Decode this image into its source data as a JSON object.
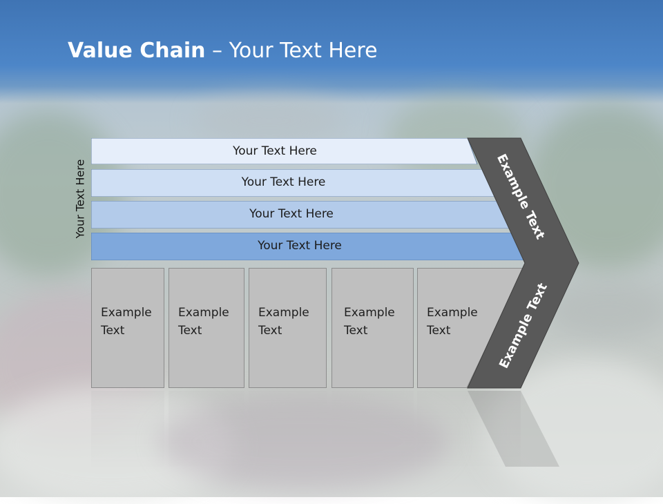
{
  "title": {
    "bold": "Value Chain",
    "rest": " – Your Text Here"
  },
  "side_label": "Your Text Here",
  "bands": [
    {
      "label": "Your Text Here",
      "color": "#e6eefa"
    },
    {
      "label": "Your Text Here",
      "color": "#cfdff4"
    },
    {
      "label": "Your Text Here",
      "color": "#b3cbea"
    },
    {
      "label": "Your Text Here",
      "color": "#7fa8dc"
    }
  ],
  "boxes": [
    {
      "line1": "Example",
      "line2": "Text"
    },
    {
      "line1": "Example",
      "line2": "Text"
    },
    {
      "line1": "Example",
      "line2": "Text"
    },
    {
      "line1": "Example",
      "line2": "Text"
    },
    {
      "line1": "Example",
      "line2": "Text"
    }
  ],
  "chevron": {
    "upper_label": "Example Text",
    "lower_label": "Example Text",
    "color": "#595959"
  }
}
